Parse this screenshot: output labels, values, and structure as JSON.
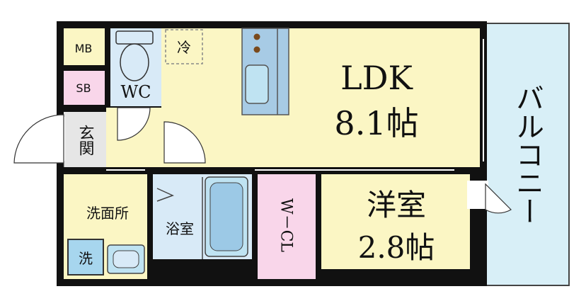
{
  "floorplan": {
    "rooms": {
      "ldk": {
        "name": "LDK",
        "size": "8.1帖"
      },
      "bedroom": {
        "name": "洋室",
        "size": "2.8帖"
      },
      "balcony": "バルコニー",
      "wc": "WC",
      "mb": "MB",
      "sb": "SB",
      "entrance": "玄関",
      "washroom": "洗面所",
      "bath": "浴室",
      "walk_in_closet": "W－CL",
      "fridge": "冷",
      "washer": "洗"
    },
    "colors": {
      "ldk": "#fbf6c4",
      "bedroom": "#fbf6c4",
      "balcony": "#d8eff7",
      "mb": "#fbf6c4",
      "sb": "#f9d6ea",
      "wc": "#d8eaf7",
      "bath": "#d8eaf7",
      "washroom": "#fbf6c4",
      "closet": "#f9d6ea",
      "entrance": "#e6e6e6",
      "wall": "#111111"
    }
  }
}
